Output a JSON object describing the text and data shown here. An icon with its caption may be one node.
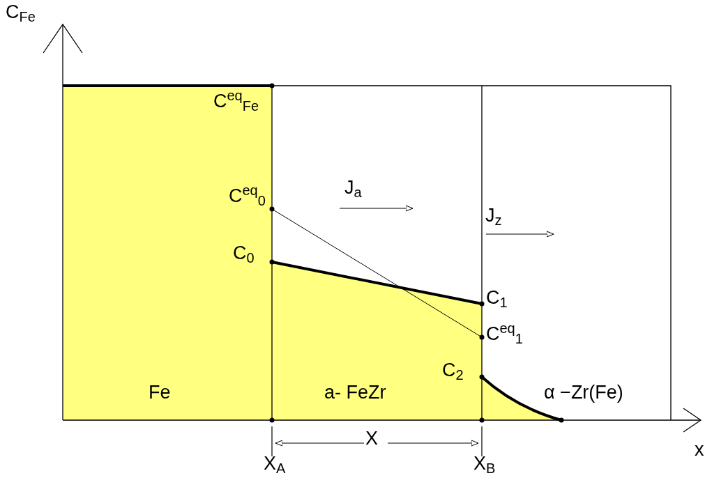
{
  "diagram": {
    "labels": [
      "C$_{Fe}$",
      "C$^{eq}$$_{Fe}$",
      "J$_{a}$",
      "C$^{eq}$$_{0}$",
      "J$_{z}$",
      "C$_{0}$",
      "C$_{1}$",
      "C$^{eq}$$_{1}$",
      "C$_{2}$",
      "Fe",
      "a- FeZr",
      "α −Zr(Fe)",
      "x",
      "X",
      "X$_{A}$",
      "X$_{B}$"
    ]
  }
}
